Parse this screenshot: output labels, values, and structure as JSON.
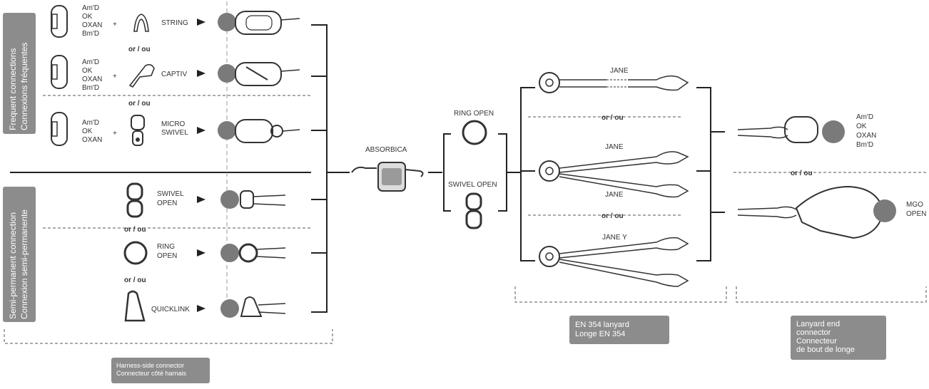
{
  "sections": {
    "frequent": [
      "Frequent connections",
      "Connexions fréquentes"
    ],
    "semi": [
      "Semi-permanent connection",
      "Connexion semi-permanente"
    ]
  },
  "carabiner_list": [
    "Am'D",
    "OK",
    "OXAN",
    "Bm'D"
  ],
  "carabiner_list_short": [
    "Am'D",
    "OK",
    "OXAN"
  ],
  "connectors": {
    "string": "STRING",
    "captiv": "CAPTIV",
    "micro_swivel": [
      "MICRO",
      "SWIVEL"
    ],
    "swivel_open": [
      "SWIVEL",
      "OPEN"
    ],
    "ring_open": [
      "RING",
      "OPEN"
    ],
    "quicklink": "QUICKLINK"
  },
  "or_ou": "or / ou",
  "absorbica": "ABSORBICA",
  "ring_open_single": "RING OPEN",
  "swivel_open_single": "SWIVEL OPEN",
  "lanyards": {
    "jane": "JANE",
    "jane_y": "JANE Y"
  },
  "end_connectors": {
    "list": [
      "Am'D",
      "OK",
      "OXAN",
      "Bm'D"
    ],
    "mgo": [
      "MGO",
      "OPEN"
    ]
  },
  "boxes": {
    "harness": [
      "Harness-side connector",
      "Connecteur côté harnais"
    ],
    "en354": [
      "EN 354 lanyard",
      "Longe EN 354"
    ],
    "lanyard_end": [
      "Lanyard end",
      "connector",
      "Connecteur",
      "de bout de longe"
    ]
  },
  "colors": {
    "gray_box": "#8c8c8c",
    "icon_gray": "#7a7a7a",
    "line": "#333333"
  }
}
